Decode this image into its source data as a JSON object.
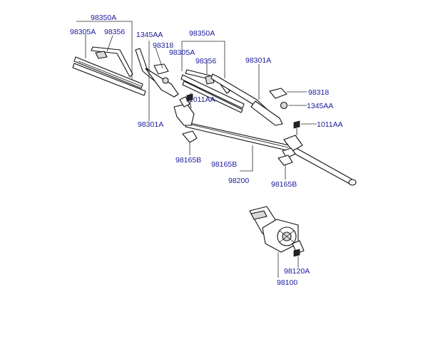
{
  "labels": {
    "blade_arm_assy_left": "98350A",
    "blade_refill_left": "98305A",
    "blade_clip_left": "98356",
    "nut_left": "1345AA",
    "cap_left": "98318",
    "blade_arm_assy_right": "98350A",
    "blade_refill_right": "98305A",
    "blade_clip_right": "98356",
    "arm_right": "98301A",
    "cap_right": "98318",
    "nut_right": "1345AA",
    "bolt_center": "1011AA",
    "bolt_right": "1011AA",
    "arm_left": "98301A",
    "pivot_left": "98165B",
    "pivot_center": "98165B",
    "linkage": "98200",
    "pivot_right": "98165B",
    "motor_bracket": "98120A",
    "motor": "98100"
  }
}
